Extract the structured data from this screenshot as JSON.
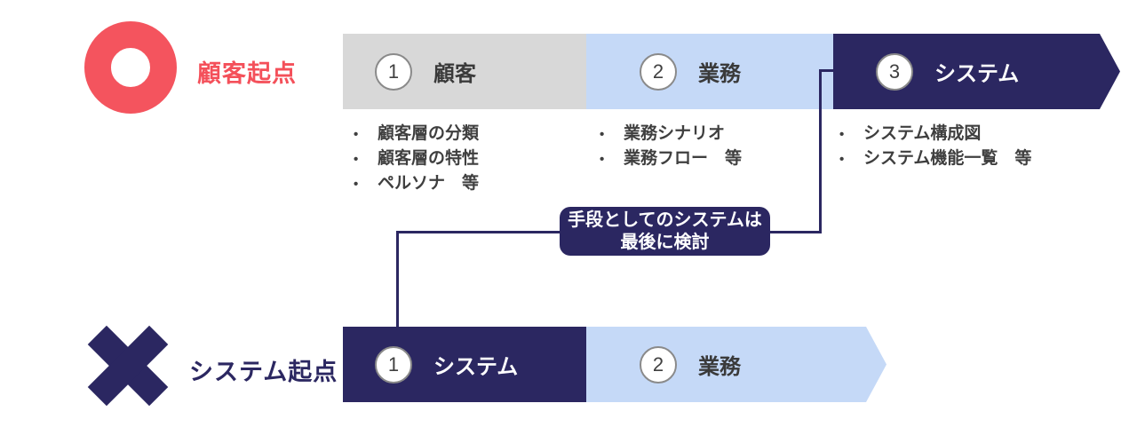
{
  "colors": {
    "red": "#F4545E",
    "navy": "#2B2761",
    "light_blue": "#C5D9F7",
    "gray": "#D8D8D8",
    "text_dark": "#3F3F3F"
  },
  "rows": [
    {
      "id": "customer-origin",
      "label": "顧客起点",
      "icon": "ring-circle-icon",
      "steps": [
        {
          "number": "1",
          "label": "顧客",
          "style": "gray",
          "details": [
            "顧客層の分類",
            "顧客層の特性",
            "ペルソナ　等"
          ]
        },
        {
          "number": "2",
          "label": "業務",
          "style": "blue",
          "details": [
            "業務シナリオ",
            "業務フロー　等"
          ]
        },
        {
          "number": "3",
          "label": "システム",
          "style": "navy",
          "details": [
            "システム構成図",
            "システム機能一覧　等"
          ]
        }
      ]
    },
    {
      "id": "system-origin",
      "label": "システム起点",
      "icon": "x-cross-icon",
      "steps": [
        {
          "number": "1",
          "label": "システム",
          "style": "navy"
        },
        {
          "number": "2",
          "label": "業務",
          "style": "blue"
        }
      ]
    }
  ],
  "callout": {
    "line1": "手段としてのシステムは",
    "line2": "最後に検討"
  }
}
